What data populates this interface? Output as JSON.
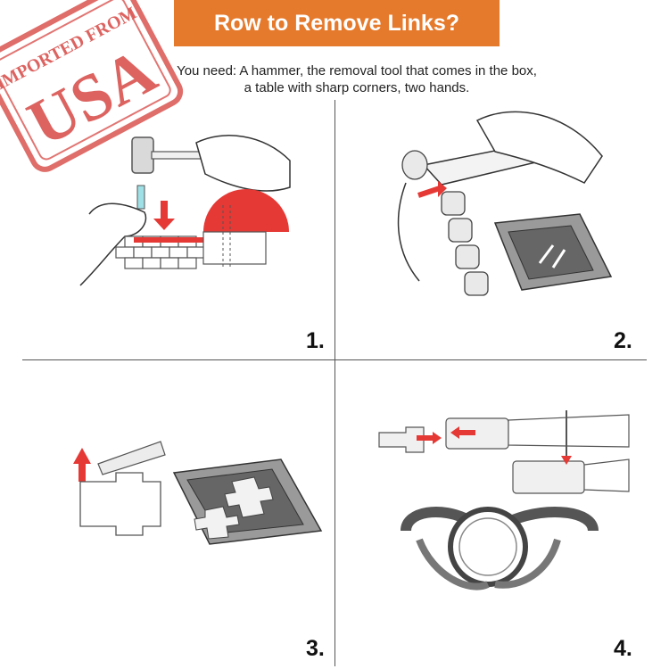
{
  "title": "Row to Remove Links?",
  "needs": {
    "line1": "You need: A hammer, the removal tool that comes in the box,",
    "line2": "a table with sharp corners, two hands."
  },
  "stamp": {
    "top_text": "IMPORTED FROM",
    "main_text": "USA"
  },
  "steps": [
    {
      "number": "1."
    },
    {
      "number": "2."
    },
    {
      "number": "3."
    },
    {
      "number": "4."
    }
  ],
  "colors": {
    "banner": "#e57a2c",
    "accent_red": "#e53935",
    "stamp_red": "#d9534f"
  }
}
